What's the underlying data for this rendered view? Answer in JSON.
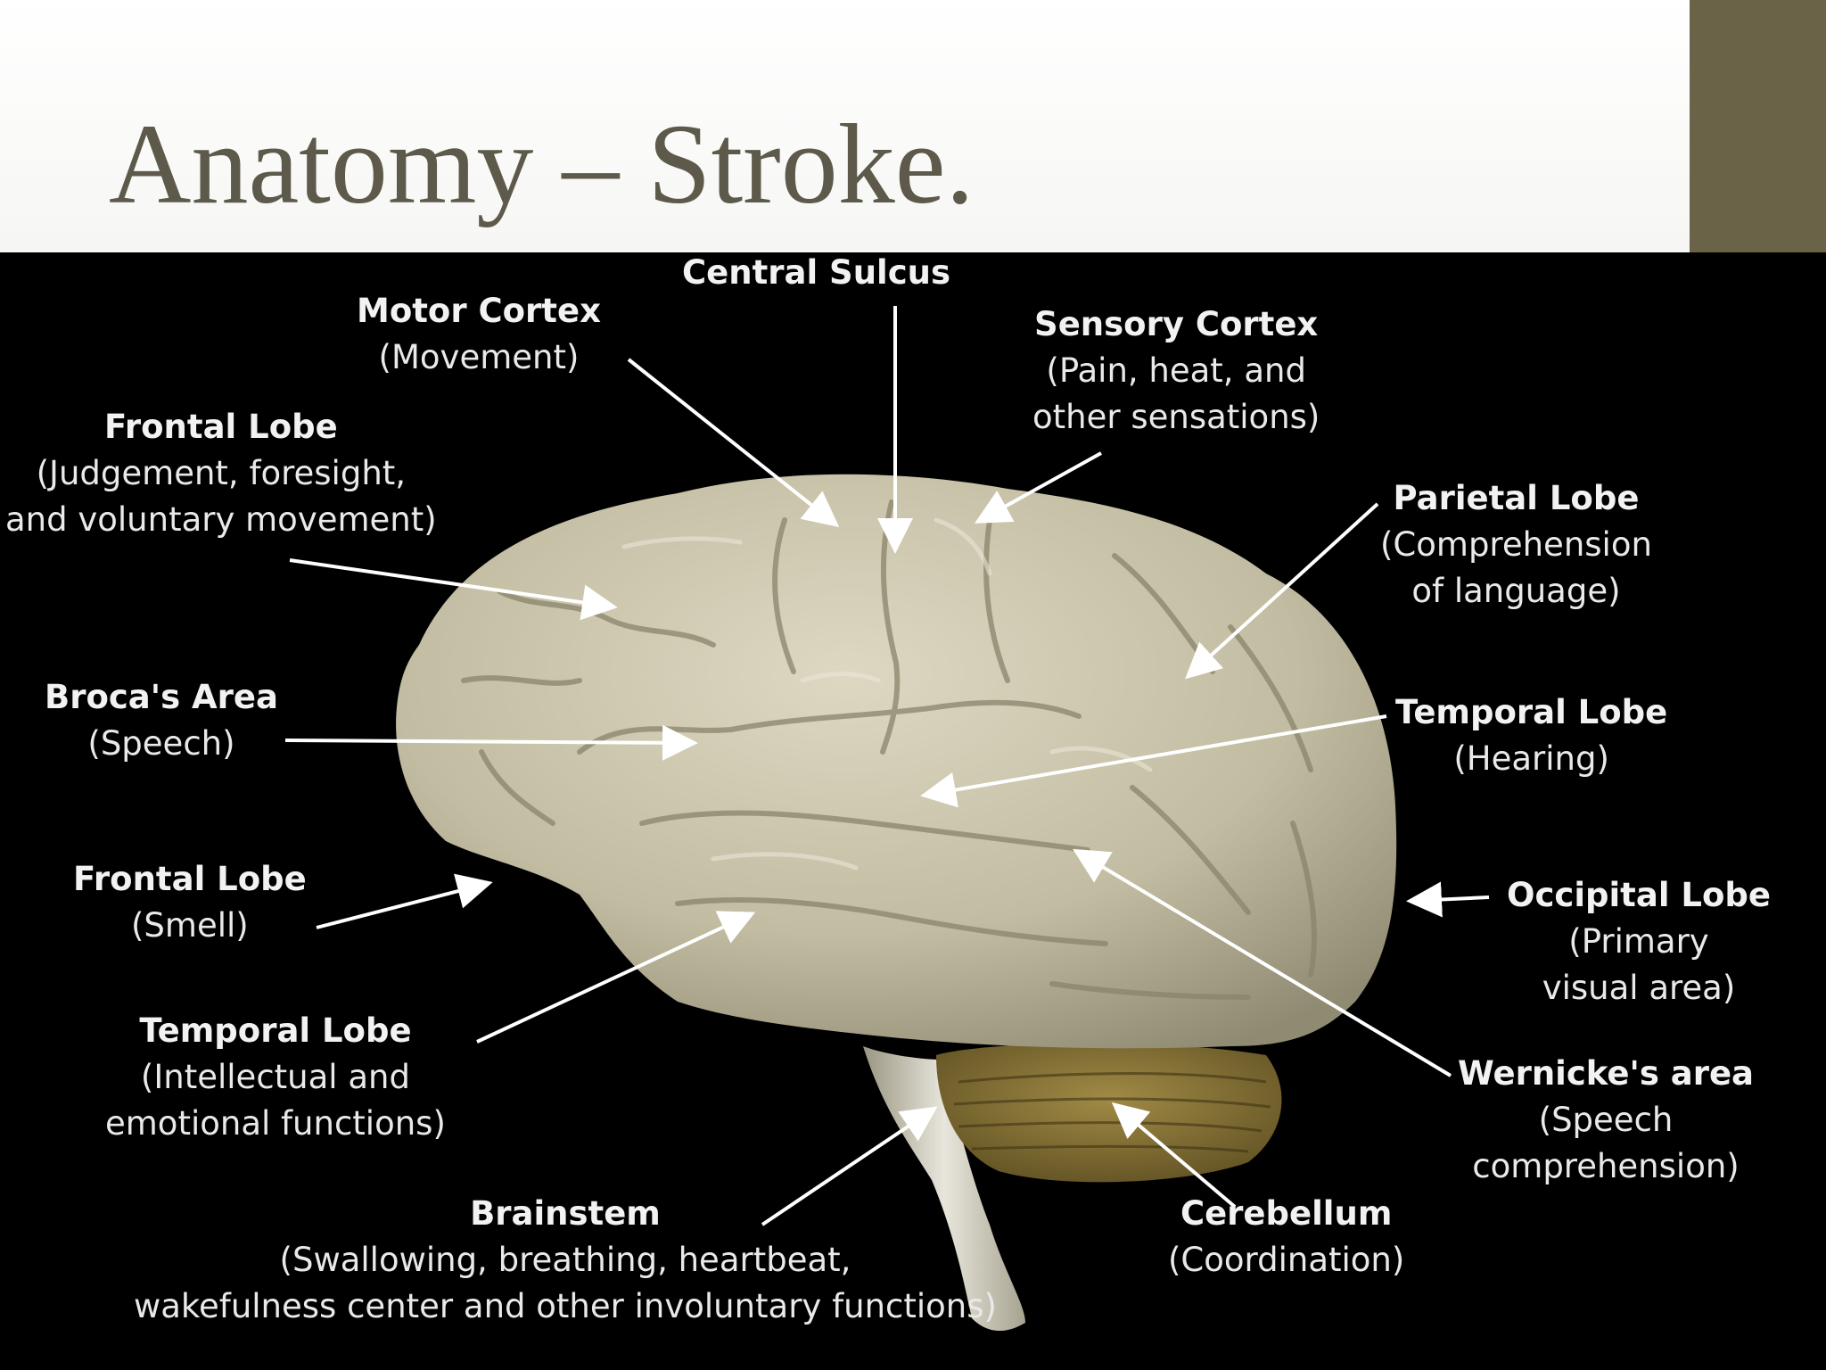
{
  "slide": {
    "title": "Anatomy – Stroke.",
    "accent_color": "#6b6347",
    "title_color": "#5d5a4b"
  },
  "diagram": {
    "background": "#000000",
    "brain_color": "#c9c3aa",
    "cerebellum_color": "#8e7a3c",
    "labels": {
      "central_sulcus": {
        "name": "Central Sulcus"
      },
      "motor_cortex": {
        "name": "Motor Cortex",
        "desc": [
          "(Movement)"
        ]
      },
      "sensory_cortex": {
        "name": "Sensory Cortex",
        "desc": [
          "(Pain, heat, and",
          "other sensations)"
        ]
      },
      "frontal_lobe_upper": {
        "name": "Frontal Lobe",
        "desc": [
          "(Judgement, foresight,",
          "and voluntary movement)"
        ]
      },
      "parietal_lobe": {
        "name": "Parietal Lobe",
        "desc": [
          "(Comprehension",
          "of language)"
        ]
      },
      "brocas_area": {
        "name": "Broca's Area",
        "desc": [
          "(Speech)"
        ]
      },
      "temporal_lobe_right": {
        "name": "Temporal Lobe",
        "desc": [
          "(Hearing)"
        ]
      },
      "frontal_lobe_lower": {
        "name": "Frontal Lobe",
        "desc": [
          "(Smell)"
        ]
      },
      "occipital_lobe": {
        "name": "Occipital Lobe",
        "desc": [
          "(Primary",
          "visual area)"
        ]
      },
      "temporal_lobe_left": {
        "name": "Temporal Lobe",
        "desc": [
          "(Intellectual and",
          "emotional functions)"
        ]
      },
      "wernickes_area": {
        "name": "Wernicke's area",
        "desc": [
          "(Speech",
          "comprehension)"
        ]
      },
      "brainstem": {
        "name": "Brainstem",
        "desc": [
          "(Swallowing, breathing, heartbeat,",
          "wakefulness center and other involuntary functions)"
        ]
      },
      "cerebellum": {
        "name": "Cerebellum",
        "desc": [
          "(Coordination)"
        ]
      }
    }
  }
}
